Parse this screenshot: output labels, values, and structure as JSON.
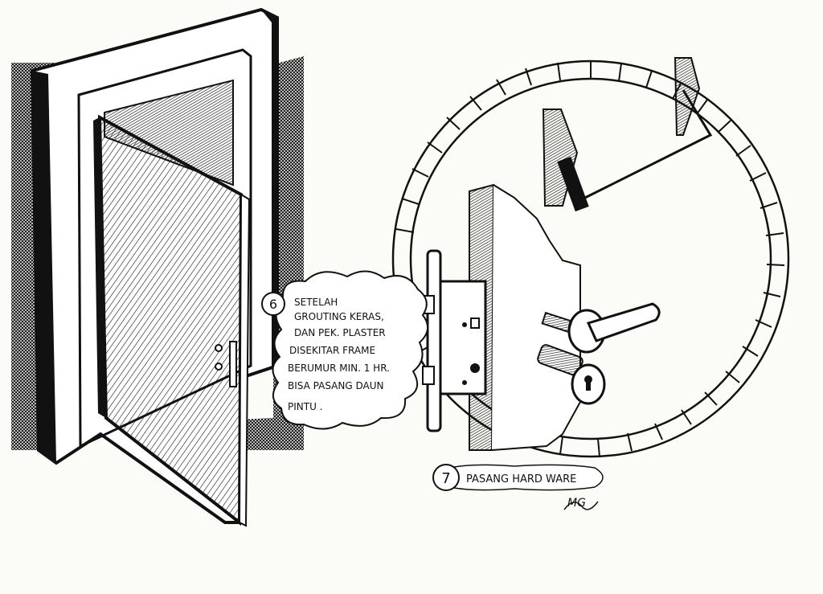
{
  "step6": {
    "number": "6",
    "lines": [
      "SETELAH",
      "GROUTING KERAS,",
      "DAN  PEK. PLASTER",
      "DISEKITAR FRAME",
      "BERUMUR MIN. 1 HR.",
      "BISA PASANG DAUN",
      "PINTU ."
    ]
  },
  "step7": {
    "number": "7",
    "label": "PASANG  HARD WARE"
  },
  "signature_text": "MG",
  "colors": {
    "ink": "#111111",
    "paper": "#fbfbf8",
    "bubble": "#ffffff"
  }
}
